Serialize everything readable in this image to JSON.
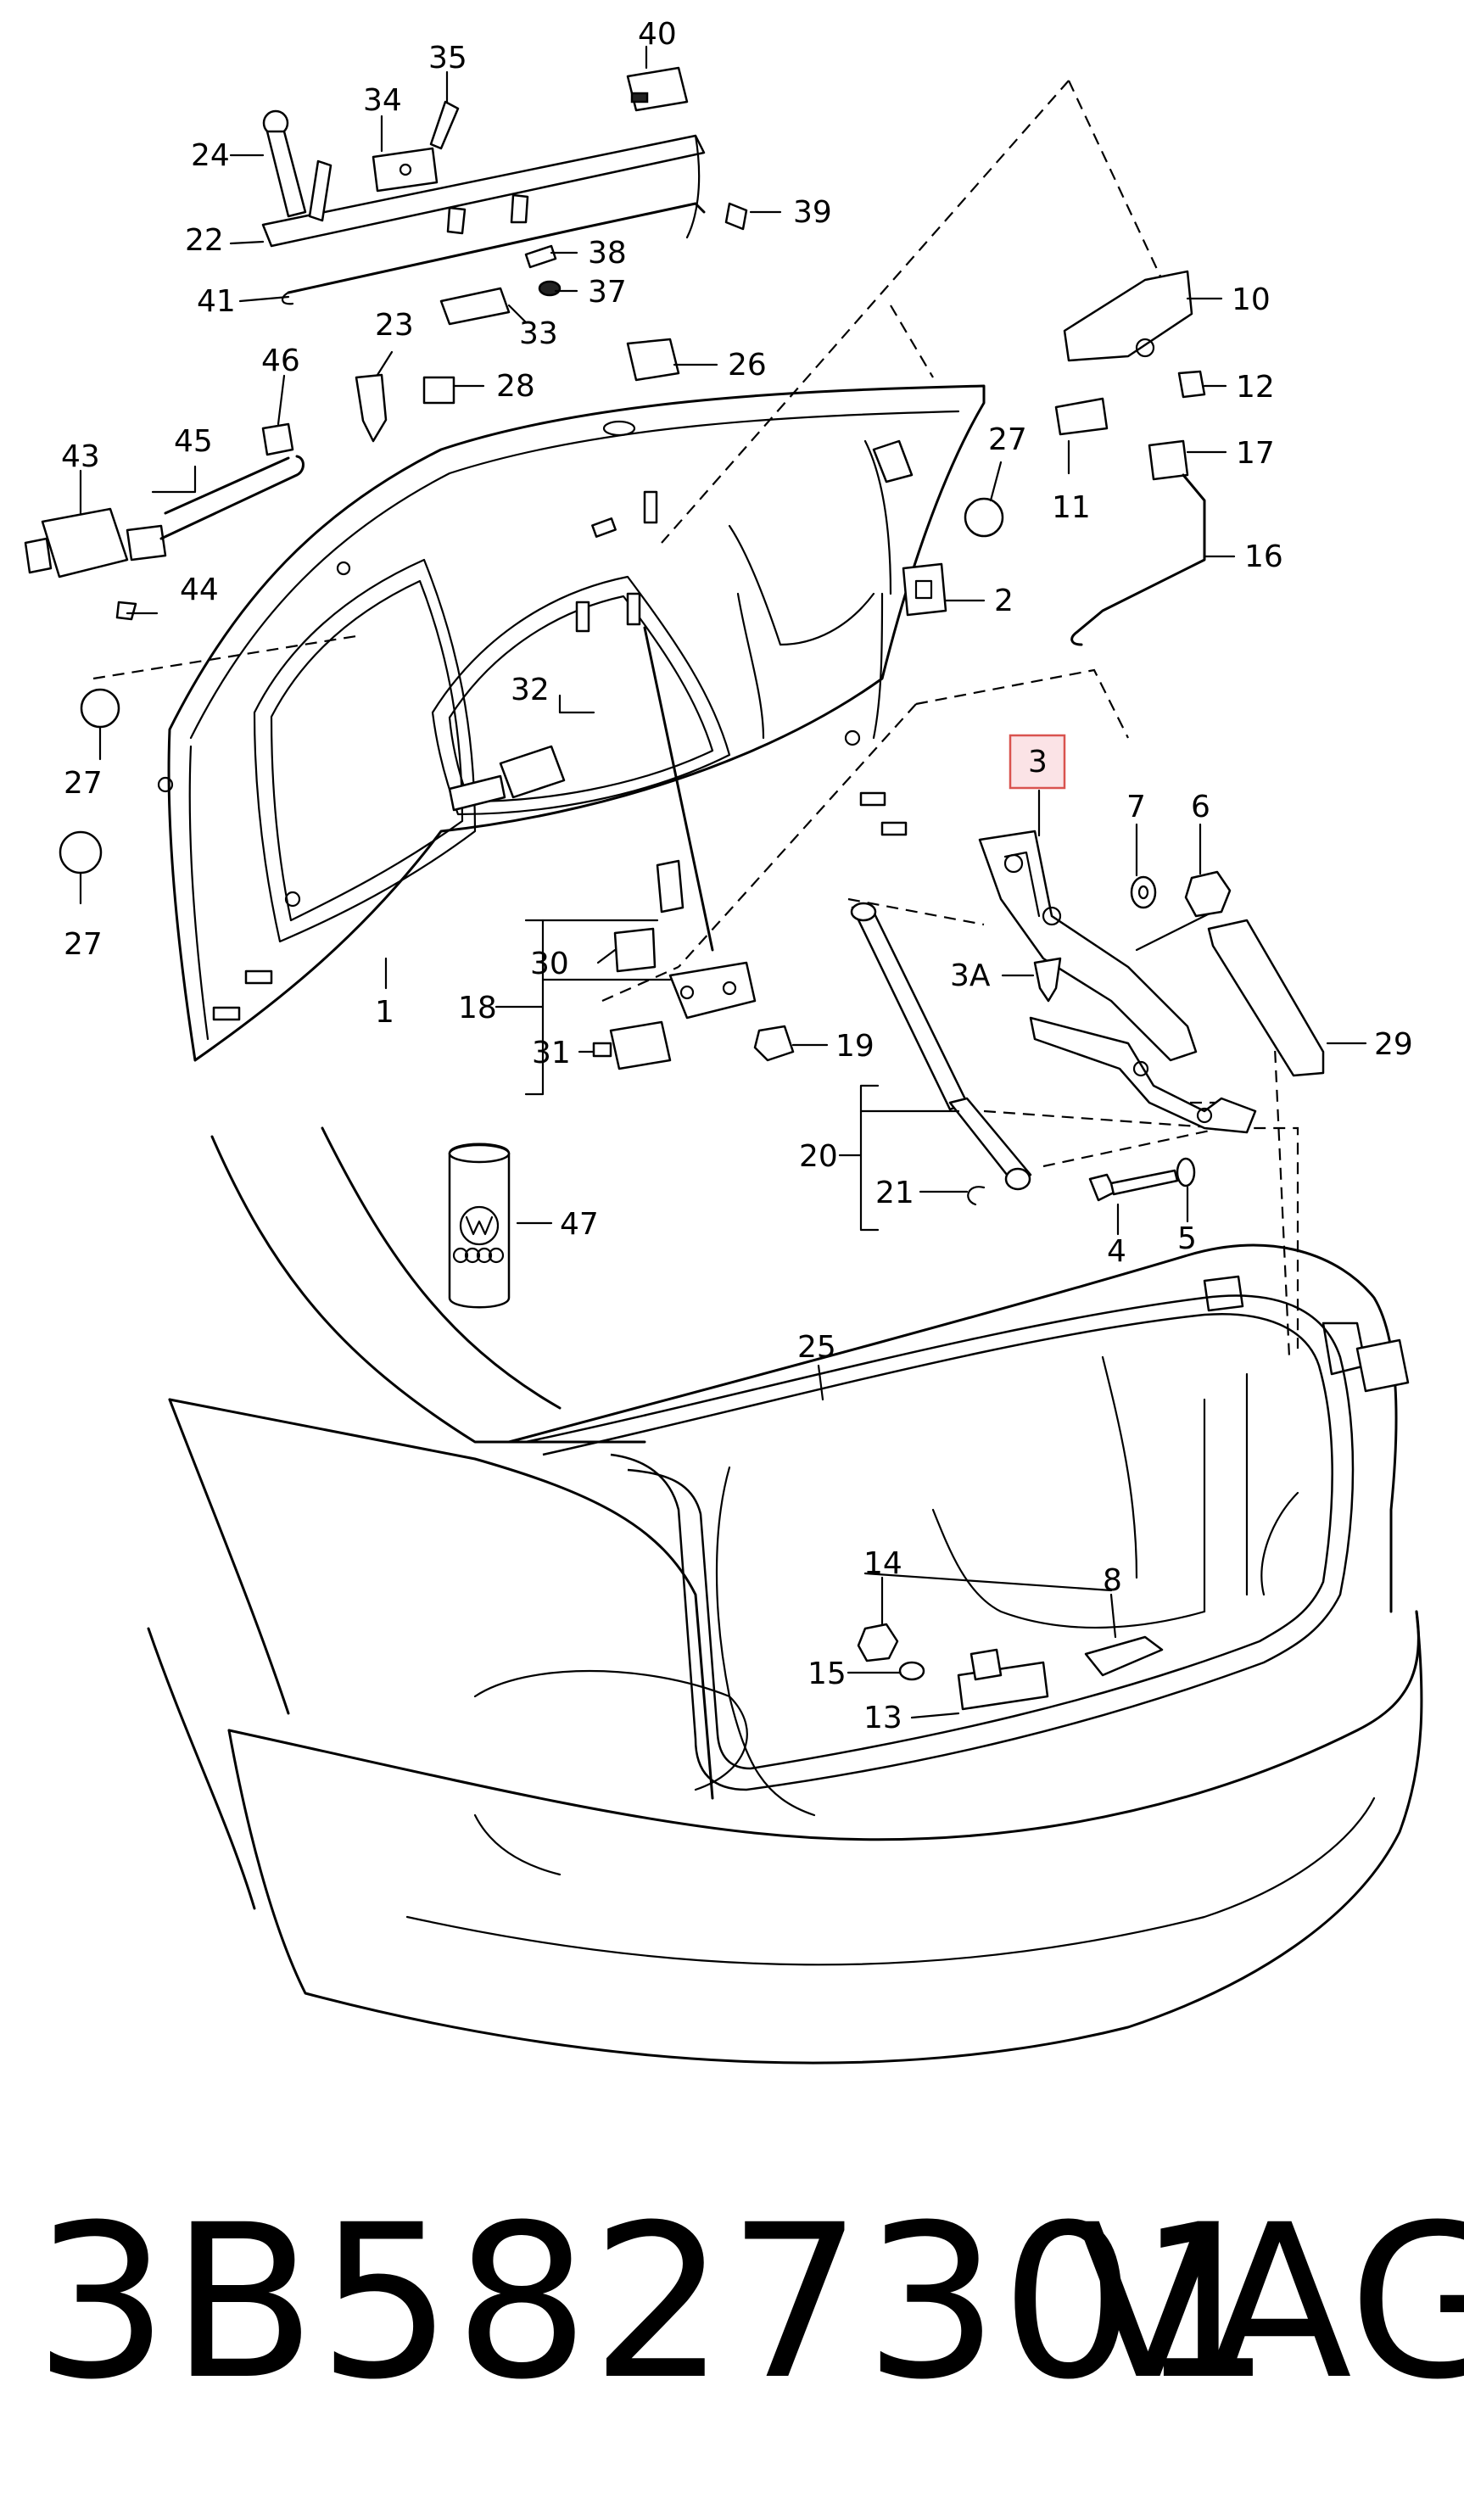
{
  "diagram": {
    "callouts": [
      {
        "id": "40",
        "text": "40"
      },
      {
        "id": "35",
        "text": "35"
      },
      {
        "id": "34",
        "text": "34"
      },
      {
        "id": "24",
        "text": "24"
      },
      {
        "id": "22",
        "text": "22"
      },
      {
        "id": "39",
        "text": "39"
      },
      {
        "id": "38",
        "text": "38"
      },
      {
        "id": "37",
        "text": "37"
      },
      {
        "id": "41",
        "text": "41"
      },
      {
        "id": "33",
        "text": "33"
      },
      {
        "id": "23",
        "text": "23"
      },
      {
        "id": "26",
        "text": "26"
      },
      {
        "id": "46",
        "text": "46"
      },
      {
        "id": "28",
        "text": "28"
      },
      {
        "id": "10",
        "text": "10"
      },
      {
        "id": "12",
        "text": "12"
      },
      {
        "id": "43",
        "text": "43"
      },
      {
        "id": "45",
        "text": "45"
      },
      {
        "id": "27a",
        "text": "27"
      },
      {
        "id": "17",
        "text": "17"
      },
      {
        "id": "11",
        "text": "11"
      },
      {
        "id": "44",
        "text": "44"
      },
      {
        "id": "16",
        "text": "16"
      },
      {
        "id": "2",
        "text": "2"
      },
      {
        "id": "32",
        "text": "32"
      },
      {
        "id": "27b",
        "text": "27"
      },
      {
        "id": "3",
        "text": "3"
      },
      {
        "id": "7",
        "text": "7"
      },
      {
        "id": "6",
        "text": "6"
      },
      {
        "id": "27c",
        "text": "27"
      },
      {
        "id": "30",
        "text": "30"
      },
      {
        "id": "18",
        "text": "18"
      },
      {
        "id": "1",
        "text": "1"
      },
      {
        "id": "3A",
        "text": "3A"
      },
      {
        "id": "29",
        "text": "29"
      },
      {
        "id": "31",
        "text": "31"
      },
      {
        "id": "19",
        "text": "19"
      },
      {
        "id": "20",
        "text": "20"
      },
      {
        "id": "21",
        "text": "21"
      },
      {
        "id": "47",
        "text": "47"
      },
      {
        "id": "4",
        "text": "4"
      },
      {
        "id": "5",
        "text": "5"
      },
      {
        "id": "25",
        "text": "25"
      },
      {
        "id": "14",
        "text": "14"
      },
      {
        "id": "8",
        "text": "8"
      },
      {
        "id": "15",
        "text": "15"
      },
      {
        "id": "13",
        "text": "13"
      }
    ],
    "highlighted_callout": "3",
    "highlight_color": "#d9534f",
    "highlight_fill": "#fbe3e6"
  },
  "footer": {
    "part_number": "3B5827301",
    "brand": "VAG"
  }
}
